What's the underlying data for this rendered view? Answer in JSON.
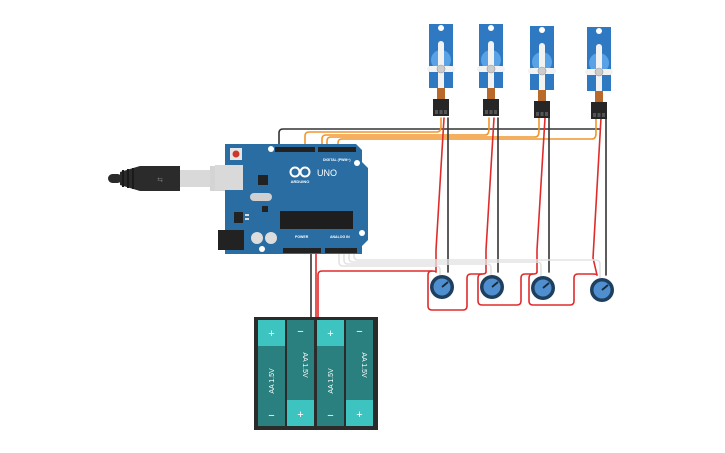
{
  "board": {
    "brand": "ARDUINO",
    "model": "UNO",
    "header_digital": "DIGITAL (PWM~)",
    "header_power": "POWER",
    "header_analog": "ANALOG IN"
  },
  "usb": {
    "symbol": "USB"
  },
  "battery_pack": {
    "cells": [
      {
        "label": "AA 1.5V",
        "orientation": "plus-top"
      },
      {
        "label": "AA 1.5V",
        "orientation": "plus-bottom"
      },
      {
        "label": "AA 1.5V",
        "orientation": "plus-top"
      },
      {
        "label": "AA 1.5V",
        "orientation": "plus-bottom"
      }
    ],
    "plus": "+",
    "minus": "−"
  },
  "servos": [
    {
      "id": "servo-1"
    },
    {
      "id": "servo-2"
    },
    {
      "id": "servo-3"
    },
    {
      "id": "servo-4"
    }
  ],
  "potentiometers": [
    {
      "id": "pot-1"
    },
    {
      "id": "pot-2"
    },
    {
      "id": "pot-3"
    },
    {
      "id": "pot-4"
    }
  ],
  "colors": {
    "board": "#2a6da3",
    "board_dark": "#1d5583",
    "signal_wire": "#f0962b",
    "power_wire": "#e02b2b",
    "ground_wire": "#333333",
    "analog_wire": "#e6e6e6",
    "servo_body": "#2f79c2",
    "servo_horn": "#f2f2f2",
    "pot_knob": "#4f8fd0",
    "pot_ring": "#1f3f5f",
    "battery_cell": "#2a7f7f",
    "battery_cap": "#3ec4c0",
    "battery_case": "#2b2b2b"
  }
}
